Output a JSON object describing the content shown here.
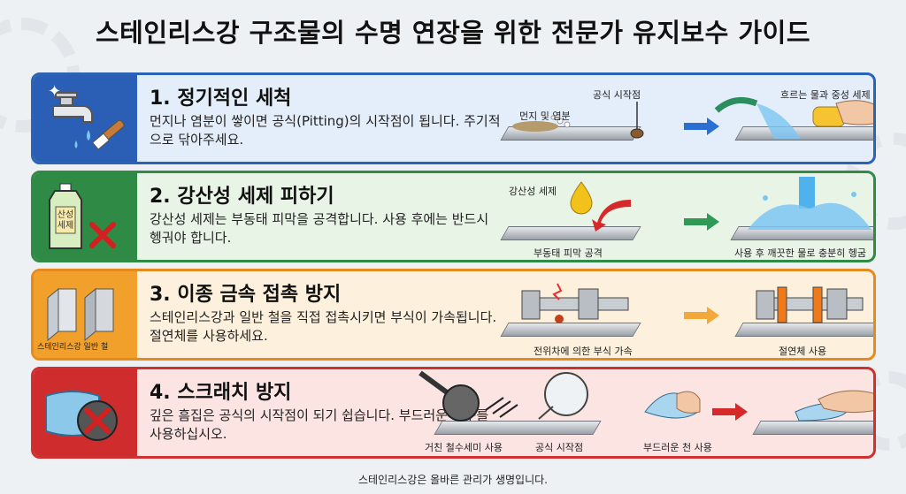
{
  "title": "스테인리스강 구조물의 수명 연장을 위한 전문가 유지보수 가이드",
  "sections": [
    {
      "heading": "1. 정기적인 세척",
      "desc": "먼지나 염분이 쌓이면 공식(Pitting)의 시작점이 됩니다. 주기적으로 닦아주세요.",
      "labels": [
        "공식 시작점",
        "먼지 및 염분",
        "흐르는 물과 중성 세제"
      ],
      "color": "#2a5fb5"
    },
    {
      "heading": "2. 강산성 세제 피하기",
      "desc": "강산성 세제는 부동태 피막을 공격합니다. 사용 후에는 반드시 헹궈야 합니다.",
      "labels": [
        "강산성 세제",
        "부동태 피막 공격",
        "사용 후 깨끗한 물로 충분히 헹굼"
      ],
      "icon_text": "산성 세제",
      "color": "#2e8a44"
    },
    {
      "heading": "3. 이종 금속 접촉 방지",
      "desc": "스테인리스강과 일반 철을 직접 접촉시키면 부식이 가속됩니다. 절연체를 사용하세요.",
      "labels": [
        "전위차에 의한 부식 가속",
        "절연체 사용"
      ],
      "icon_text": "스테인리스강  일반 철",
      "color": "#f1a02c"
    },
    {
      "heading": "4. 스크래치 방지",
      "desc": "깊은 흠집은 공식의 시작점이 되기 쉽습니다. 부드러운 도구를 사용하십시오.",
      "labels": [
        "거친 철수세미 사용",
        "공식 시작점",
        "부드러운 천 사용"
      ],
      "color": "#cf2d2d"
    }
  ],
  "footer": "스테인리스강은 올바른 관리가 생명입니다."
}
